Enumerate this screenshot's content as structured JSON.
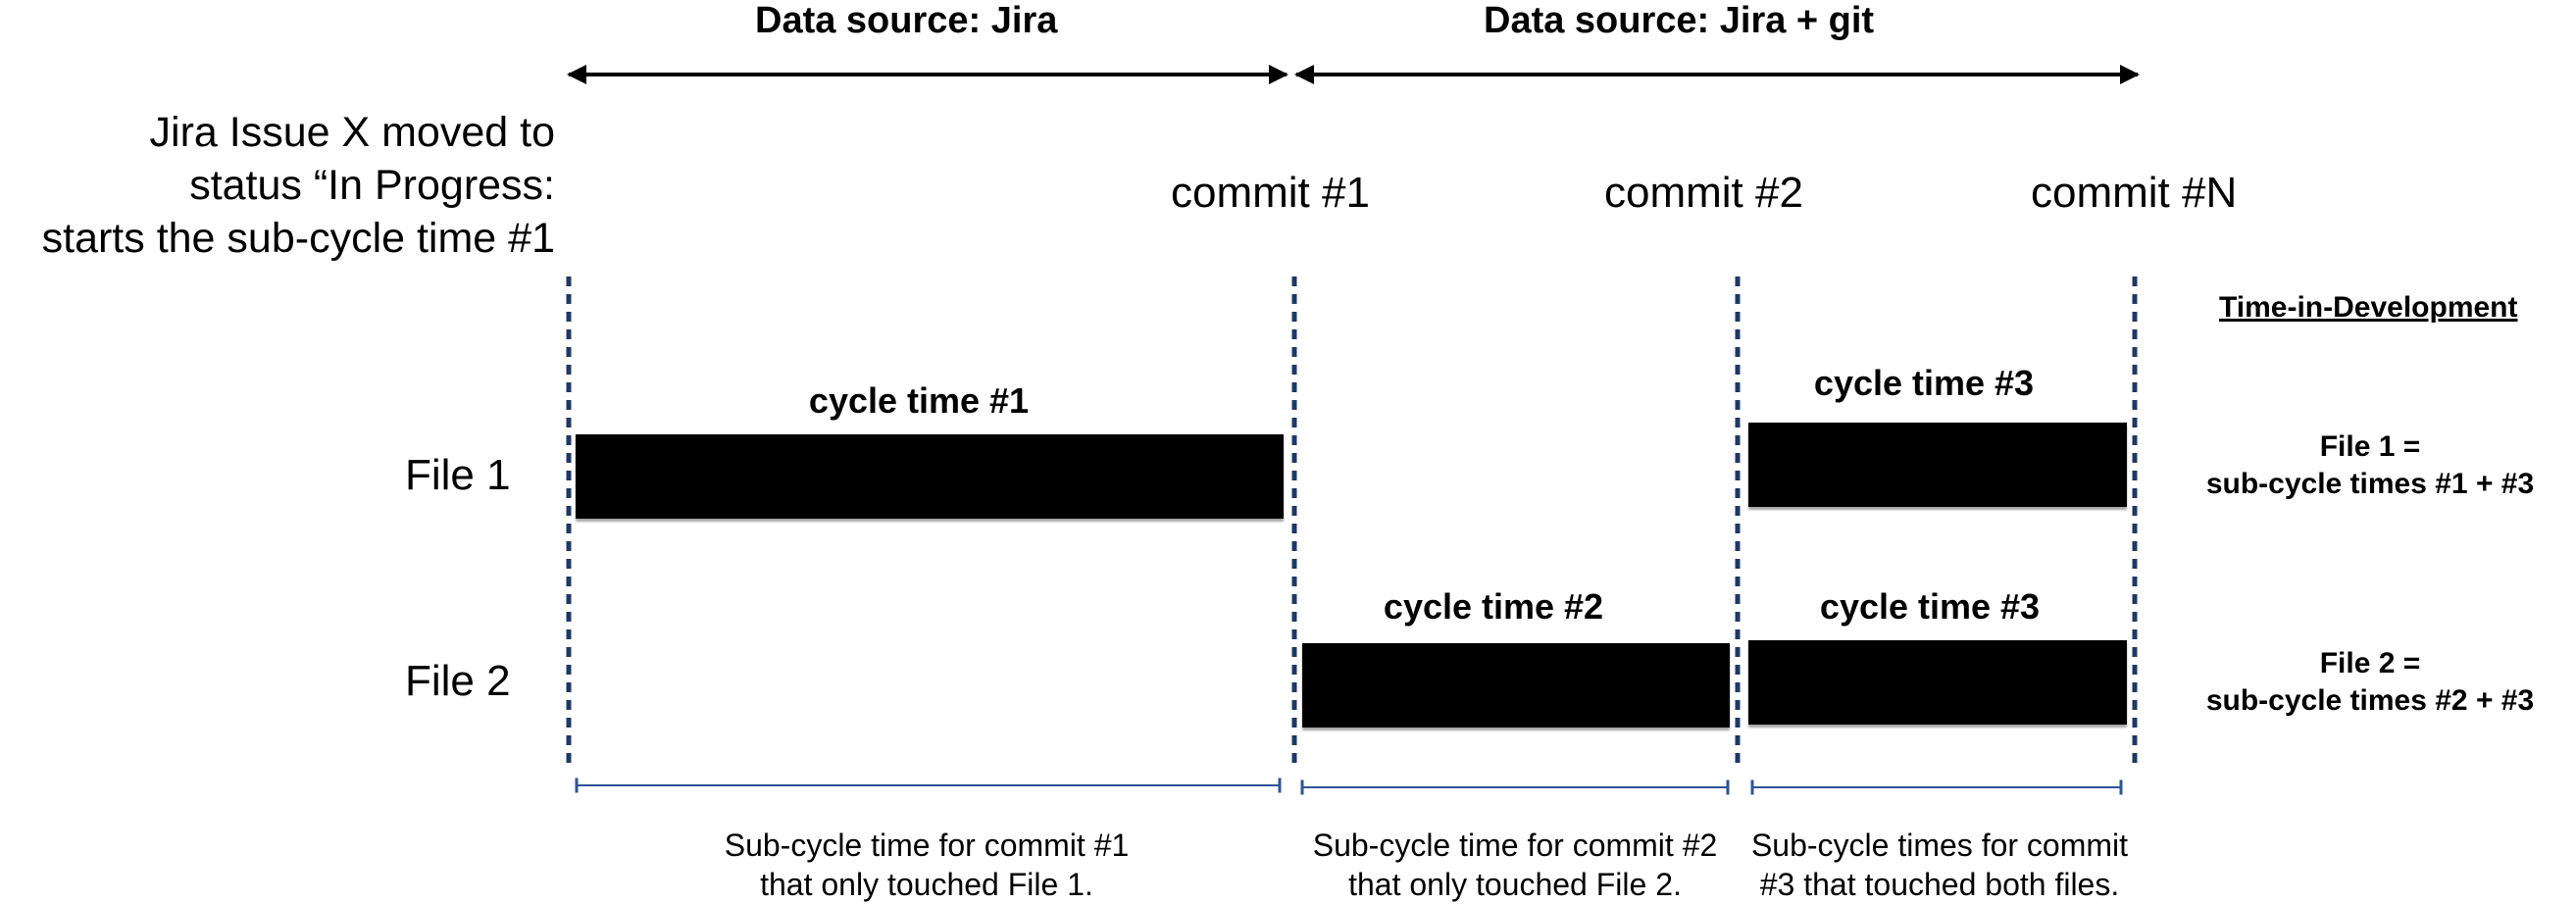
{
  "headers": {
    "left": "Data source: Jira",
    "right": "Data source: Jira + git"
  },
  "status_label": "Jira Issue X moved to\nstatus “In Progress:\nstarts the sub-cycle time #1",
  "commits": [
    "commit #1",
    "commit #2",
    "commit #N"
  ],
  "files": [
    "File 1",
    "File 2"
  ],
  "cycles": {
    "file1_a": "cycle time #1",
    "file1_b": "cycle time #3",
    "file2_a": "cycle time #2",
    "file2_b": "cycle time #3"
  },
  "summary": {
    "title": "Time-in-Development",
    "file1": "File 1 =\nsub-cycle times #1 + #3",
    "file2": "File 2 =\nsub-cycle times #2 + #3"
  },
  "notes": [
    "Sub-cycle time for commit #1\nthat only touched File 1.",
    "Sub-cycle time for commit #2\nthat only touched File 2.",
    "Sub-cycle times for commit\n#3 that touched both files."
  ],
  "colors": {
    "dashed_line": "#1f3864",
    "span_line": "#2e5597",
    "bar": "#000000"
  }
}
